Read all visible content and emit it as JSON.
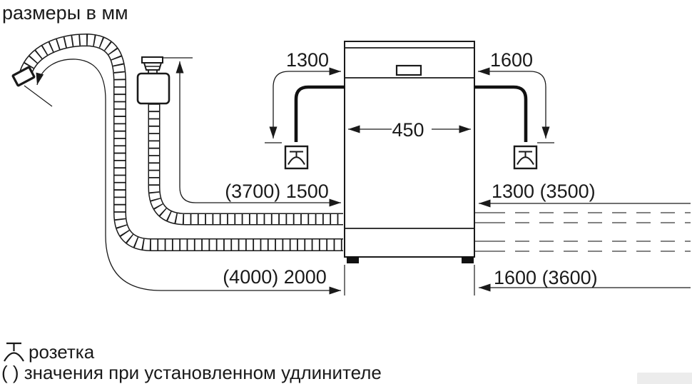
{
  "title": "размеры в мм",
  "dimensions": {
    "power_cord_left": "1300",
    "power_cord_right": "1600",
    "appliance_width": "450",
    "supply_hose_length": "(3700) 1500",
    "right_top_length": "1300 (3500)",
    "drain_hose_length": "(4000) 2000",
    "right_bottom_length": "1600 (3600)"
  },
  "legend": {
    "socket_label": "розетка",
    "extension_note": "( ) значения при установленном удлинителе"
  },
  "icons": {
    "socket": "socket-icon"
  },
  "colors": {
    "line": "#1a1a1a",
    "dashed_line": "#5a5a5a",
    "background": "#ffffff"
  }
}
